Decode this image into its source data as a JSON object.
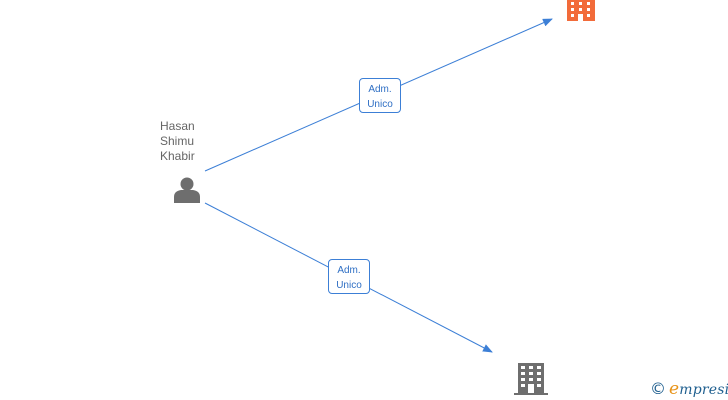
{
  "graph": {
    "person": {
      "name": "Hasan\nShimu\nKhabir",
      "icon": "person-icon",
      "color": "#6e6e6e"
    },
    "edges": [
      {
        "label_line1": "Adm.",
        "label_line2": "Unico",
        "target": "company-top"
      },
      {
        "label_line1": "Adm.",
        "label_line2": "Unico",
        "target": "company-bottom"
      }
    ],
    "companies": [
      {
        "id": "company-top",
        "icon": "building-icon",
        "color": "#f26b3a"
      },
      {
        "id": "company-bottom",
        "icon": "building-icon",
        "color": "#6e6e6e"
      }
    ],
    "edge_color": "#3c7fd6"
  },
  "watermark": {
    "copyright_symbol": "©",
    "brand_initial": "e",
    "brand_rest": "mpresia"
  }
}
